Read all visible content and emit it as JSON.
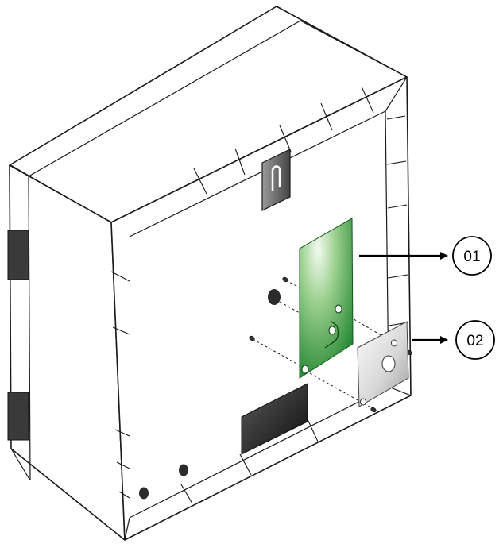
{
  "callouts": [
    {
      "number": "01",
      "refers_to": "pcb-board"
    },
    {
      "number": "02",
      "refers_to": "mounting-plate"
    }
  ],
  "colors": {
    "outline": "#1a1a1a",
    "enclosure_face": "#ffffff",
    "hinge": "#3a3a3a",
    "cable_gland": "#2b2b2b",
    "pcb_green_light": "#e8f3e3",
    "pcb_green_dark": "#117a26",
    "plate_grey_light": "#f5f5f5",
    "plate_grey_dark": "#9b9b9b"
  }
}
